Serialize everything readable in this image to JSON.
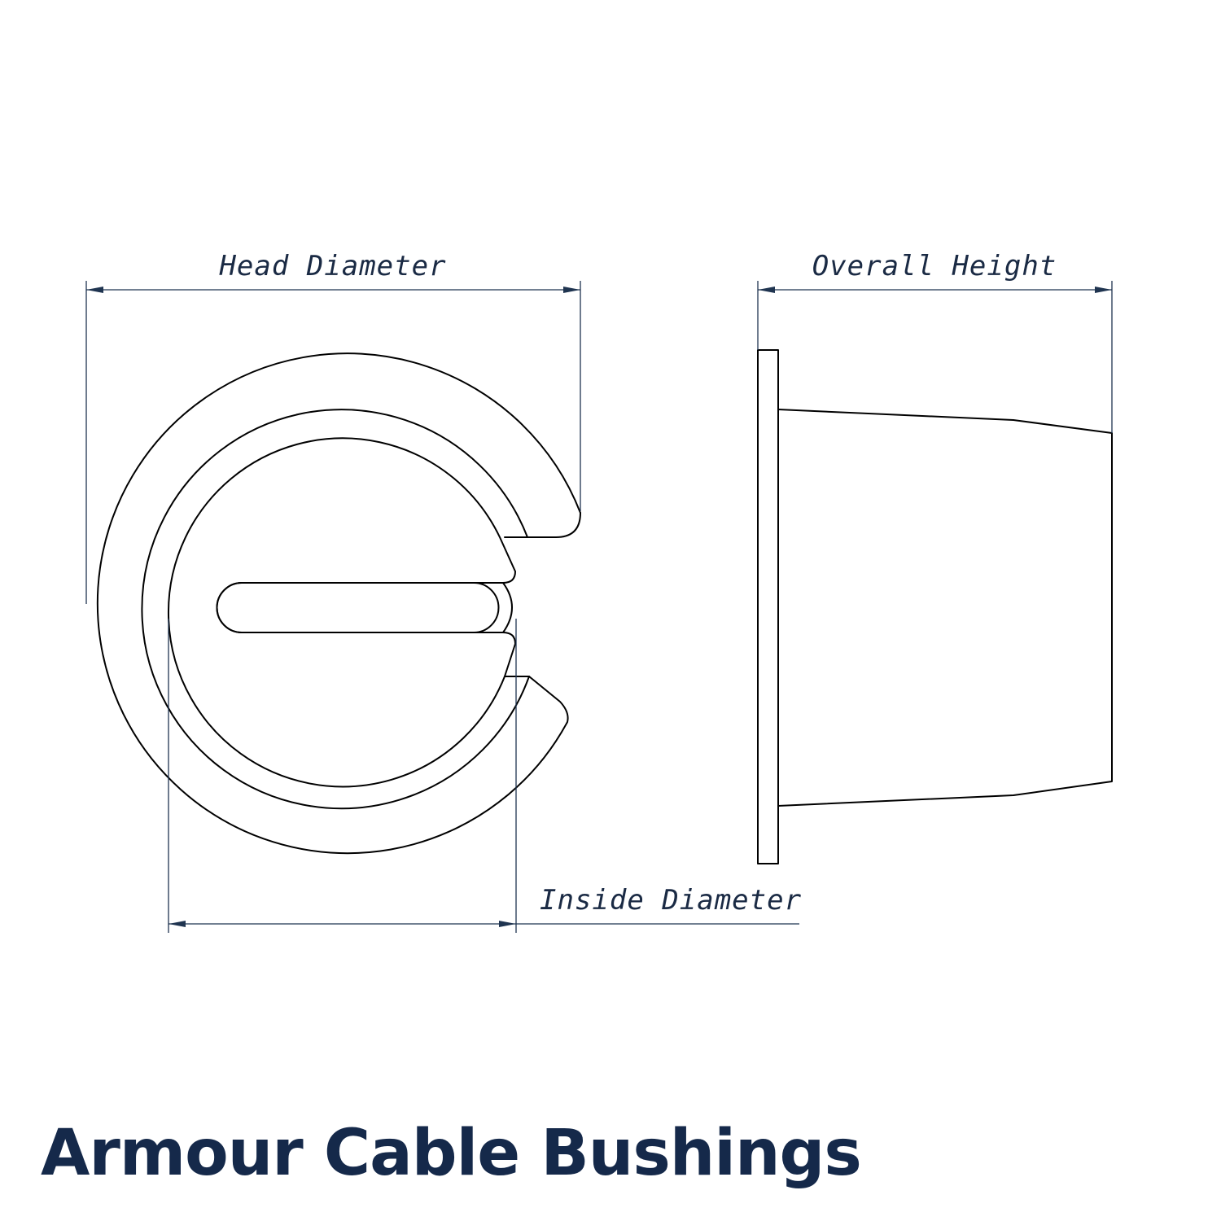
{
  "title": "Armour Cable Bushings",
  "labels": {
    "head_diameter": "Head Diameter",
    "overall_height": "Overall Height",
    "inside_diameter": "Inside Diameter"
  },
  "colors": {
    "title": "#15294a",
    "dimension": "#1f3450",
    "outline": "#000000"
  }
}
